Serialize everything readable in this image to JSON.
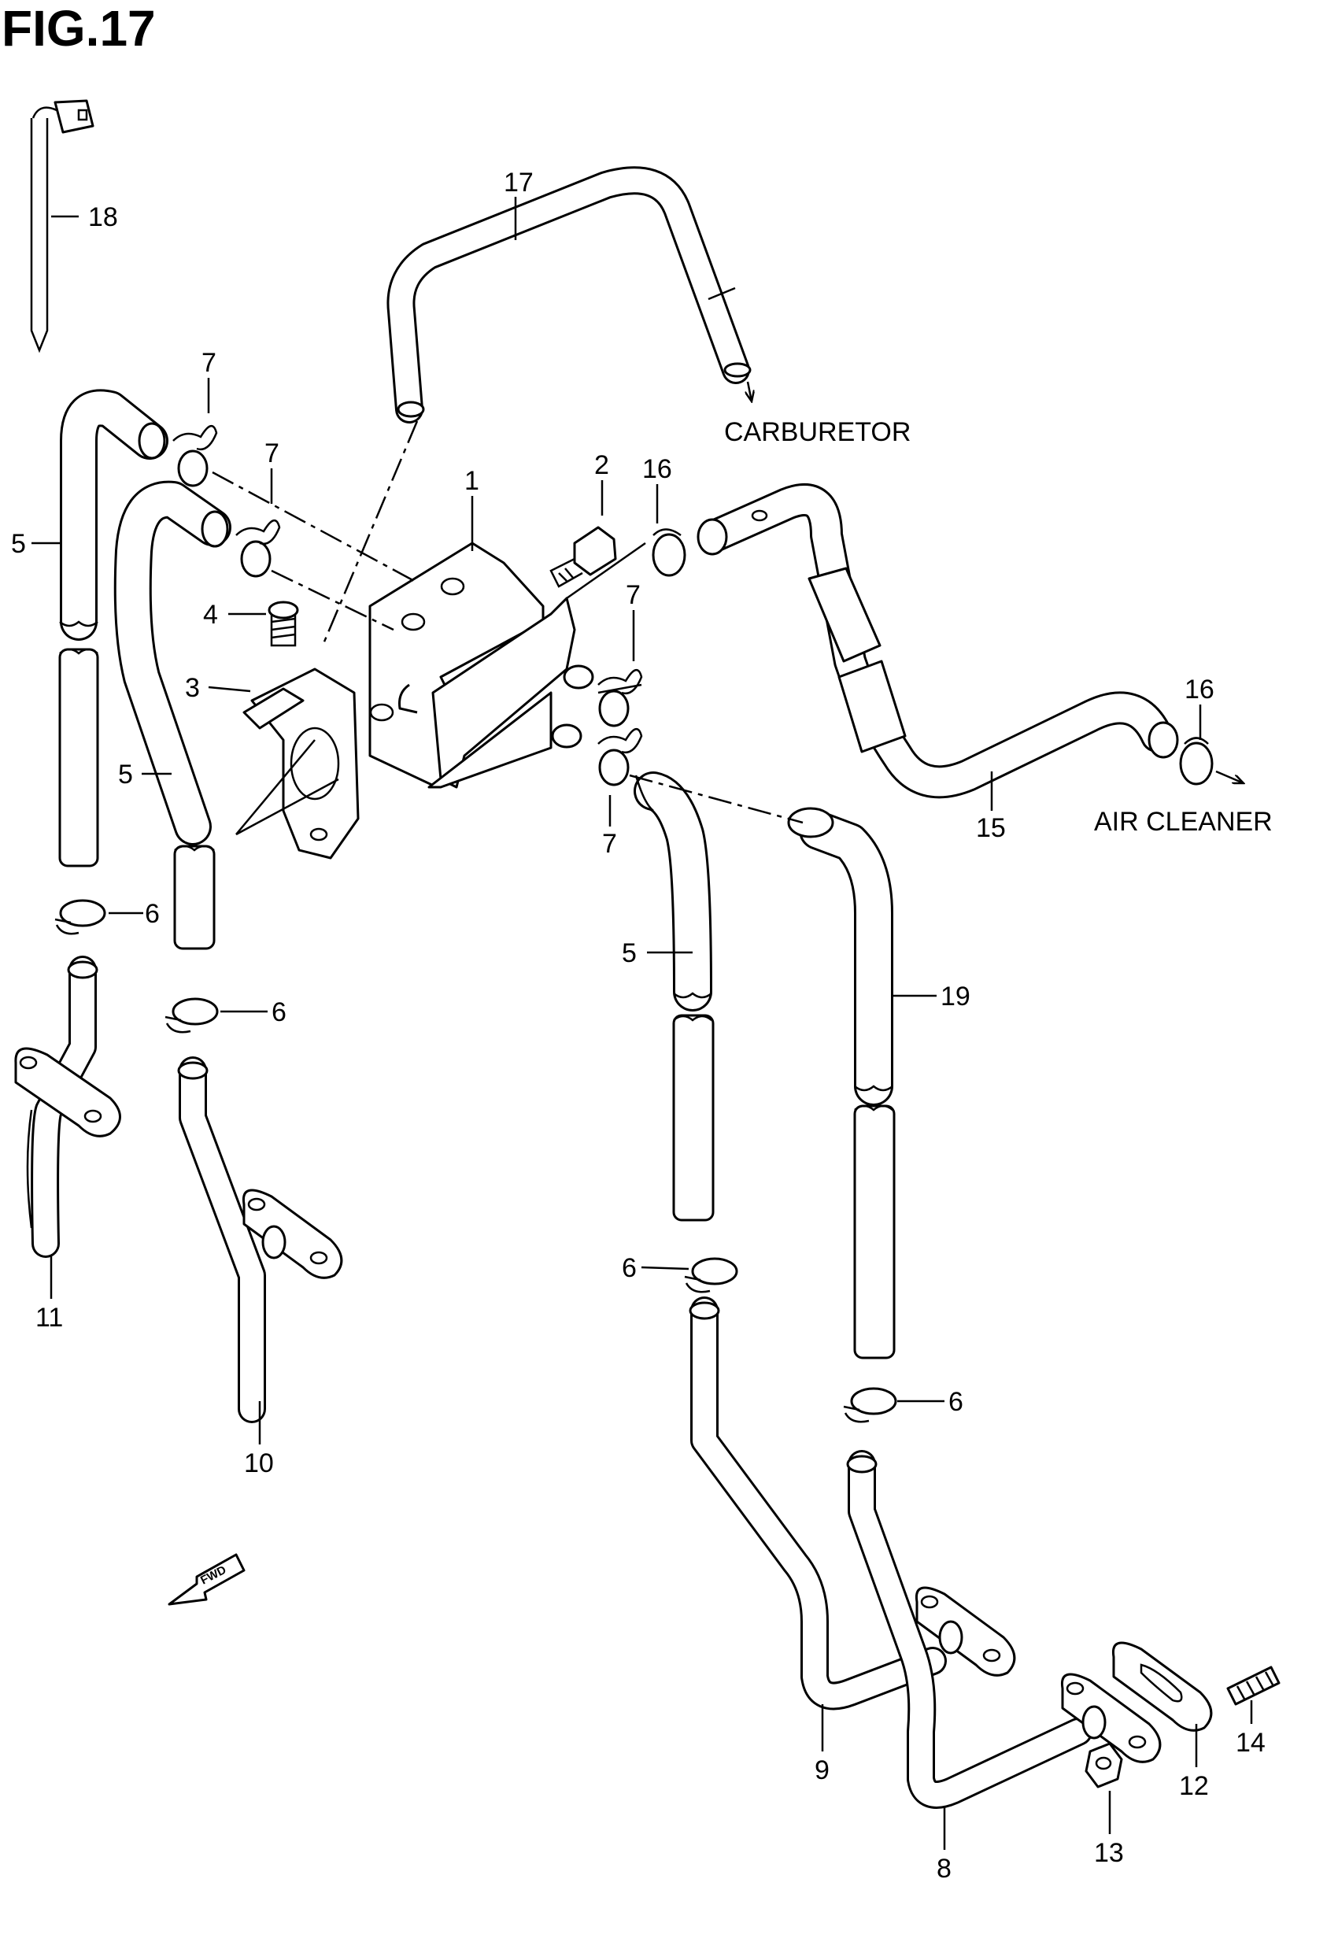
{
  "figure": {
    "title": "FIG.17"
  },
  "destinations": {
    "carburetor": "CARBURETOR",
    "air_cleaner": "AIR CLEANER"
  },
  "fwd_marker": "FWD",
  "callouts": {
    "c1": "1",
    "c2": "2",
    "c3": "3",
    "c4": "4",
    "c5a": "5",
    "c5b": "5",
    "c5c": "5",
    "c6a": "6",
    "c6b": "6",
    "c6c": "6",
    "c6d": "6",
    "c7a": "7",
    "c7b": "7",
    "c7c": "7",
    "c7d": "7",
    "c8": "8",
    "c9": "9",
    "c10": "10",
    "c11": "11",
    "c12": "12",
    "c13": "13",
    "c14": "14",
    "c15": "15",
    "c16a": "16",
    "c16b": "16",
    "c17": "17",
    "c18": "18",
    "c19": "19"
  },
  "colors": {
    "ink": "#000000",
    "paper": "#ffffff"
  }
}
